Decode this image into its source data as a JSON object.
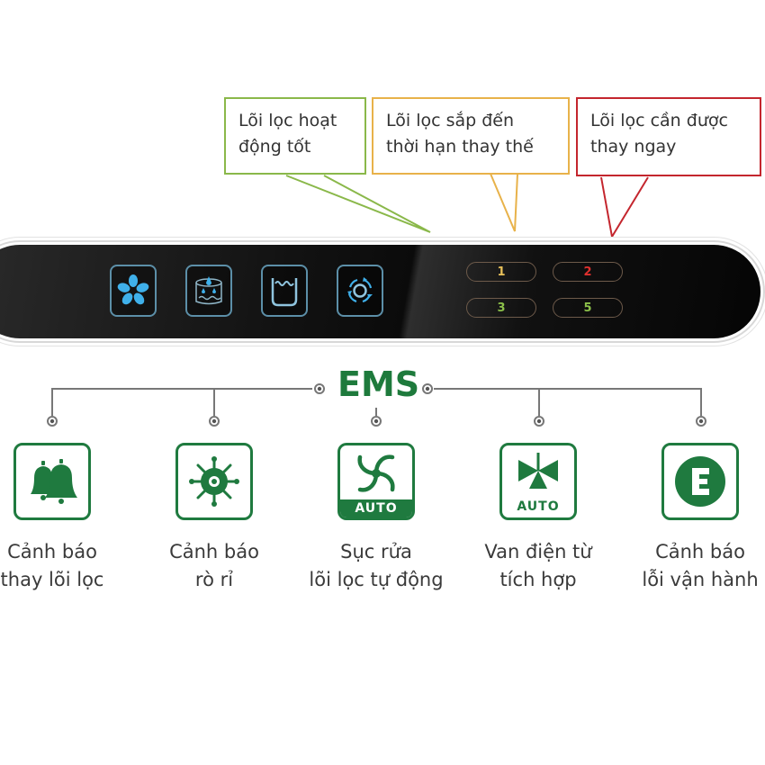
{
  "callouts": [
    {
      "line1": "Lõi lọc hoạt",
      "line2": "động tốt",
      "color": "#8ab84a"
    },
    {
      "line1": "Lõi lọc sắp đến",
      "line2": "thời hạn thay thế",
      "color": "#e8b24a"
    },
    {
      "line1": "Lõi lọc cần được",
      "line2": "thay ngay",
      "color": "#c4262e"
    }
  ],
  "panel": {
    "buttons": [
      {
        "icon": "fan-icon"
      },
      {
        "icon": "water-drop-tank-icon"
      },
      {
        "icon": "water-basin-icon"
      },
      {
        "icon": "recycle-rotation-icon"
      }
    ],
    "indicators": [
      {
        "label": "1",
        "color": "#e8c15a"
      },
      {
        "label": "2",
        "color": "#e0302e"
      },
      {
        "label": "3",
        "color": "#8cc04a"
      },
      {
        "label": "5",
        "color": "#8cc04a"
      }
    ]
  },
  "ems": {
    "title": "EMS",
    "color": "#1f7a3f",
    "features": [
      {
        "icon": "double-bell-icon",
        "line1": "Cảnh báo",
        "line2": "thay lõi lọc",
        "badge": ""
      },
      {
        "icon": "leak-gear-icon",
        "line1": "Cảnh báo",
        "line2": "rò rỉ",
        "badge": ""
      },
      {
        "icon": "swirl-icon",
        "line1": "Sục rửa",
        "line2": "lõi lọc tự động",
        "badge": "AUTO"
      },
      {
        "icon": "solenoid-valve-icon",
        "line1": "Van điện từ",
        "line2": "tích hợp",
        "badge": "AUTO"
      },
      {
        "icon": "error-e-icon",
        "line1": "Cảnh báo",
        "line2": "lỗi vận hành",
        "badge": ""
      }
    ]
  }
}
